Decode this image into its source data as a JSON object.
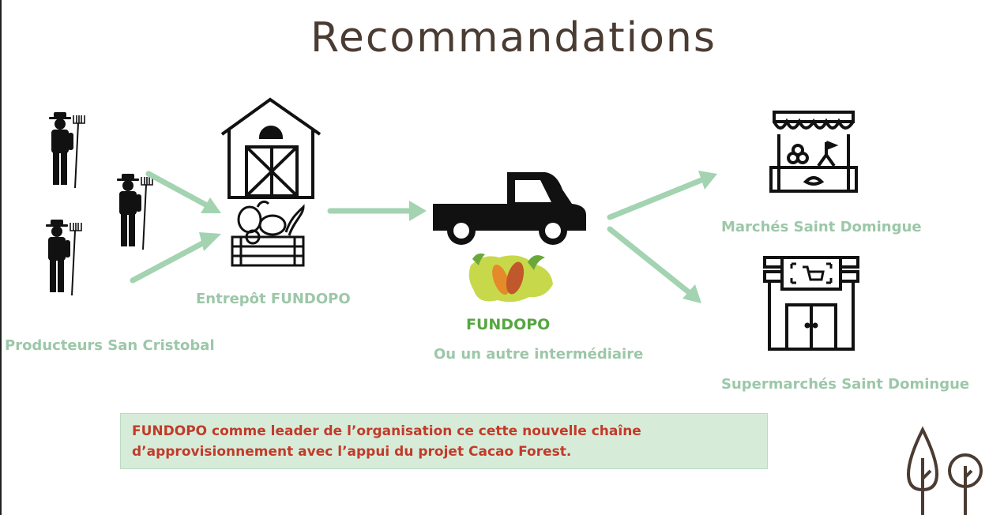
{
  "title": "Recommandations",
  "labels": {
    "producers": "Producteurs San Cristobal",
    "warehouse": "Entrepôt  FUNDOPO",
    "fundopo": "FUNDOPO",
    "intermediary": "Ou un autre intermédiaire",
    "markets": "Marchés Saint Domingue",
    "supermarkets": "Supermarchés Saint Domingue"
  },
  "note": {
    "line1": "FUNDOPO comme leader de l’organisation ce cette nouvelle chaîne",
    "line2": "d’approvisionnement avec l’appui du projet Cacao Forest."
  },
  "colors": {
    "arrow": "#a3d3b1",
    "label": "#9cc7a8",
    "fundopo": "#56a641",
    "note_text": "#c23a2a",
    "note_bg": "#d7ecd8"
  },
  "icons": [
    "farmer-icon",
    "barn-icon",
    "produce-crate-icon",
    "truck-icon",
    "cacao-map-icon",
    "market-stall-icon",
    "supermarket-icon",
    "trees-icon"
  ]
}
